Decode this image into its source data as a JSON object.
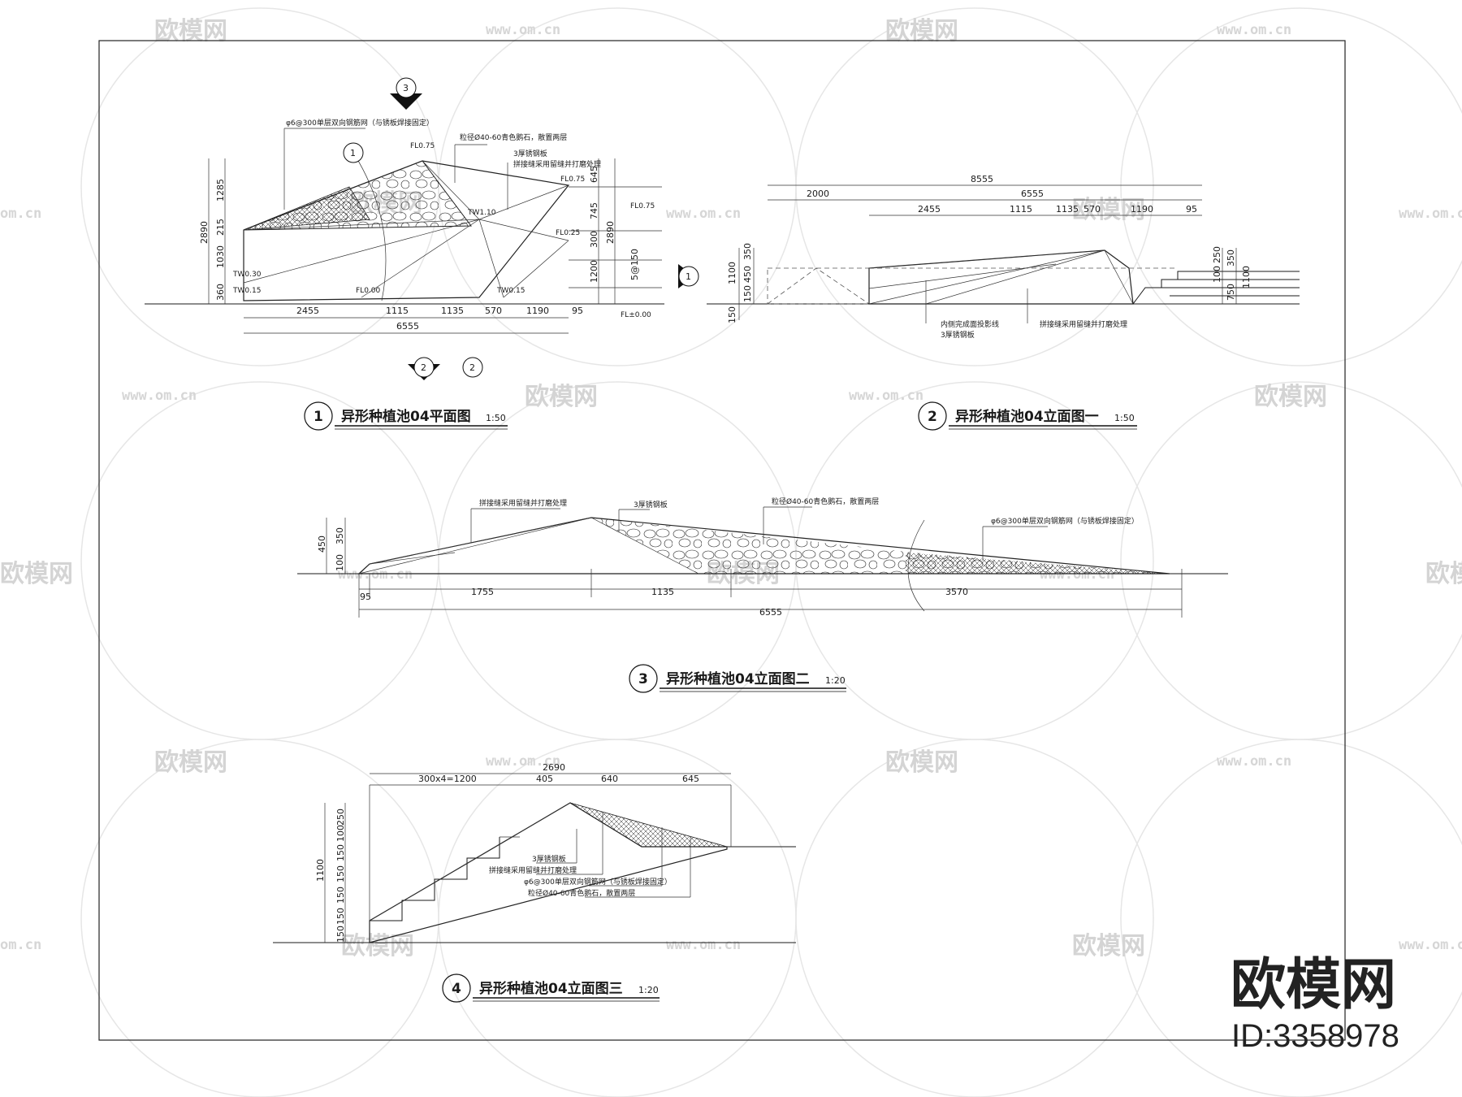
{
  "watermark": {
    "text": "欧模网",
    "url": "www.om.cn",
    "url_short": "om.cn"
  },
  "brand": {
    "name": "欧模网",
    "id": "ID:3358978"
  },
  "views": [
    {
      "num": "1",
      "title": "异形种植池04平面图",
      "scale": "1:50"
    },
    {
      "num": "2",
      "title": "异形种植池04立面图一",
      "scale": "1:50"
    },
    {
      "num": "3",
      "title": "异形种植池04立面图二",
      "scale": "1:20"
    },
    {
      "num": "4",
      "title": "异形种植池04立面图三",
      "scale": "1:20"
    }
  ],
  "plan": {
    "markers": [
      "3",
      "1",
      "2"
    ],
    "notes": [
      "φ6@300单层双向钢筋网（与锈板焊接固定）",
      "粒径Ø40-60青色鹅石，散置两层",
      "3厚锈钢板",
      "拼接缝采用留缝并打磨处理"
    ],
    "levels": [
      "FL0.75",
      "FL0.75",
      "TW1.10",
      "FL0.75",
      "FL0.25",
      "TW0.30",
      "TW0.15",
      "FL0.00",
      "TW0.15",
      "FL±0.00"
    ],
    "h_dims": [
      "2455",
      "1115",
      "1135",
      "570",
      "1190",
      "95"
    ],
    "h_total": "6555",
    "v_left": [
      "1285",
      "215",
      "1030",
      "360"
    ],
    "v_left_total": "2890",
    "v_right": [
      "645",
      "745",
      "300",
      "1200"
    ],
    "v_right_total": "2890",
    "v_step": "5@150"
  },
  "elev1": {
    "top": [
      "8555",
      "2000",
      "6555",
      "2455",
      "1115",
      "1135",
      "570",
      "1190",
      "95"
    ],
    "left": [
      "1100",
      "450",
      "350",
      "150",
      "150"
    ],
    "right": [
      "250",
      "100",
      "350",
      "750",
      "1100"
    ],
    "notes": [
      "内侧完成面投影线",
      "3厚锈钢板",
      "拼接缝采用留缝并打磨处理"
    ]
  },
  "elev2": {
    "left": [
      "450",
      "350",
      "100"
    ],
    "bottom": [
      "95",
      "1755",
      "1135",
      "3570"
    ],
    "total": "6555",
    "notes": [
      "拼接缝采用留缝并打磨处理",
      "3厚锈钢板",
      "粒径Ø40-60青色鹅石，散置两层",
      "φ6@300单层双向钢筋网（与锈板焊接固定）"
    ]
  },
  "elev3": {
    "total": "2690",
    "top": [
      "300x4=1200",
      "405",
      "640",
      "645"
    ],
    "left": [
      "250",
      "100",
      "150",
      "150",
      "150",
      "150",
      "150"
    ],
    "left_total": "1100",
    "notes": [
      "3厚锈钢板",
      "拼接缝采用留缝并打磨处理",
      "φ6@300单层双向钢筋网（与锈板焊接固定）",
      "粒径Ø40-60青色鹅石，散置两层"
    ]
  }
}
